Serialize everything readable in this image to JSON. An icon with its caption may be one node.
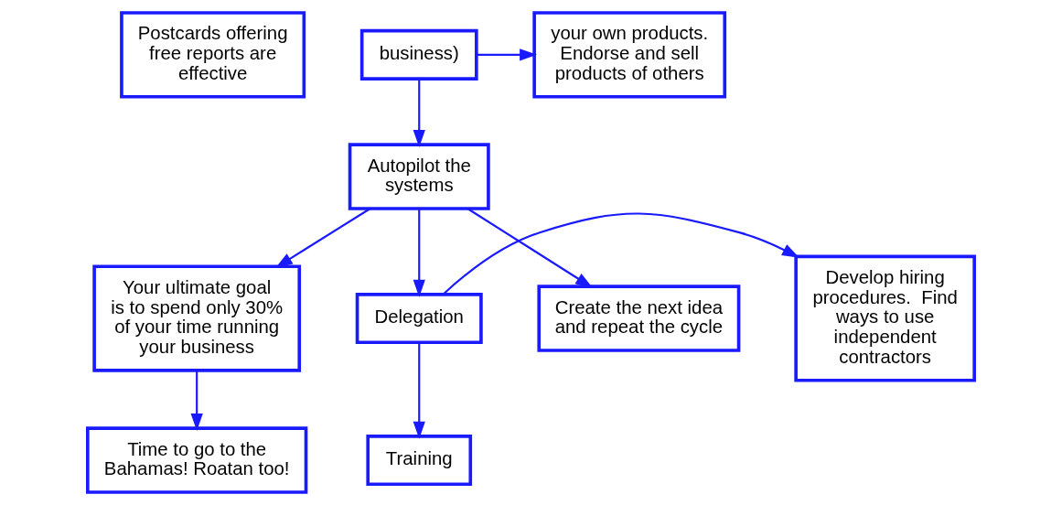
{
  "diagram": {
    "nodes": [
      {
        "text": [
          "Postcards offering free reports are effective"
        ]
      },
      {
        "text": [
          "business)"
        ]
      },
      {
        "text": [
          "your own products. Endorse and sell products of others"
        ]
      },
      {
        "text": [
          "Autopilot the systems"
        ]
      },
      {
        "text": [
          "Your ultimate goal is to spend only 30% of your time running your business"
        ]
      },
      {
        "text": [
          "Develop hiring procedures.  Find ways to use independent contractors"
        ]
      },
      {
        "text": [
          "Delegation"
        ]
      },
      {
        "text": [
          "Create the next idea and repeat the cycle"
        ]
      },
      {
        "text": [
          "Time to go to the Bahamas! Roatan too!"
        ]
      },
      {
        "text": [
          "Training"
        ]
      }
    ],
    "edges": [
      {
        "from": 1,
        "to": 2,
        "arrow": "to"
      },
      {
        "from": 1,
        "to": 3,
        "arrow": "to"
      },
      {
        "from": 3,
        "to": 6,
        "arrow": "to"
      },
      {
        "from": 3,
        "to": 7,
        "arrow": "to"
      },
      {
        "from": 3,
        "to": 4,
        "arrow": "to"
      },
      {
        "from": 6,
        "to": 5,
        "arrow": "to"
      },
      {
        "from": 6,
        "to": 9,
        "arrow": "to"
      },
      {
        "from": 4,
        "to": 8,
        "arrow": "to"
      }
    ]
  }
}
